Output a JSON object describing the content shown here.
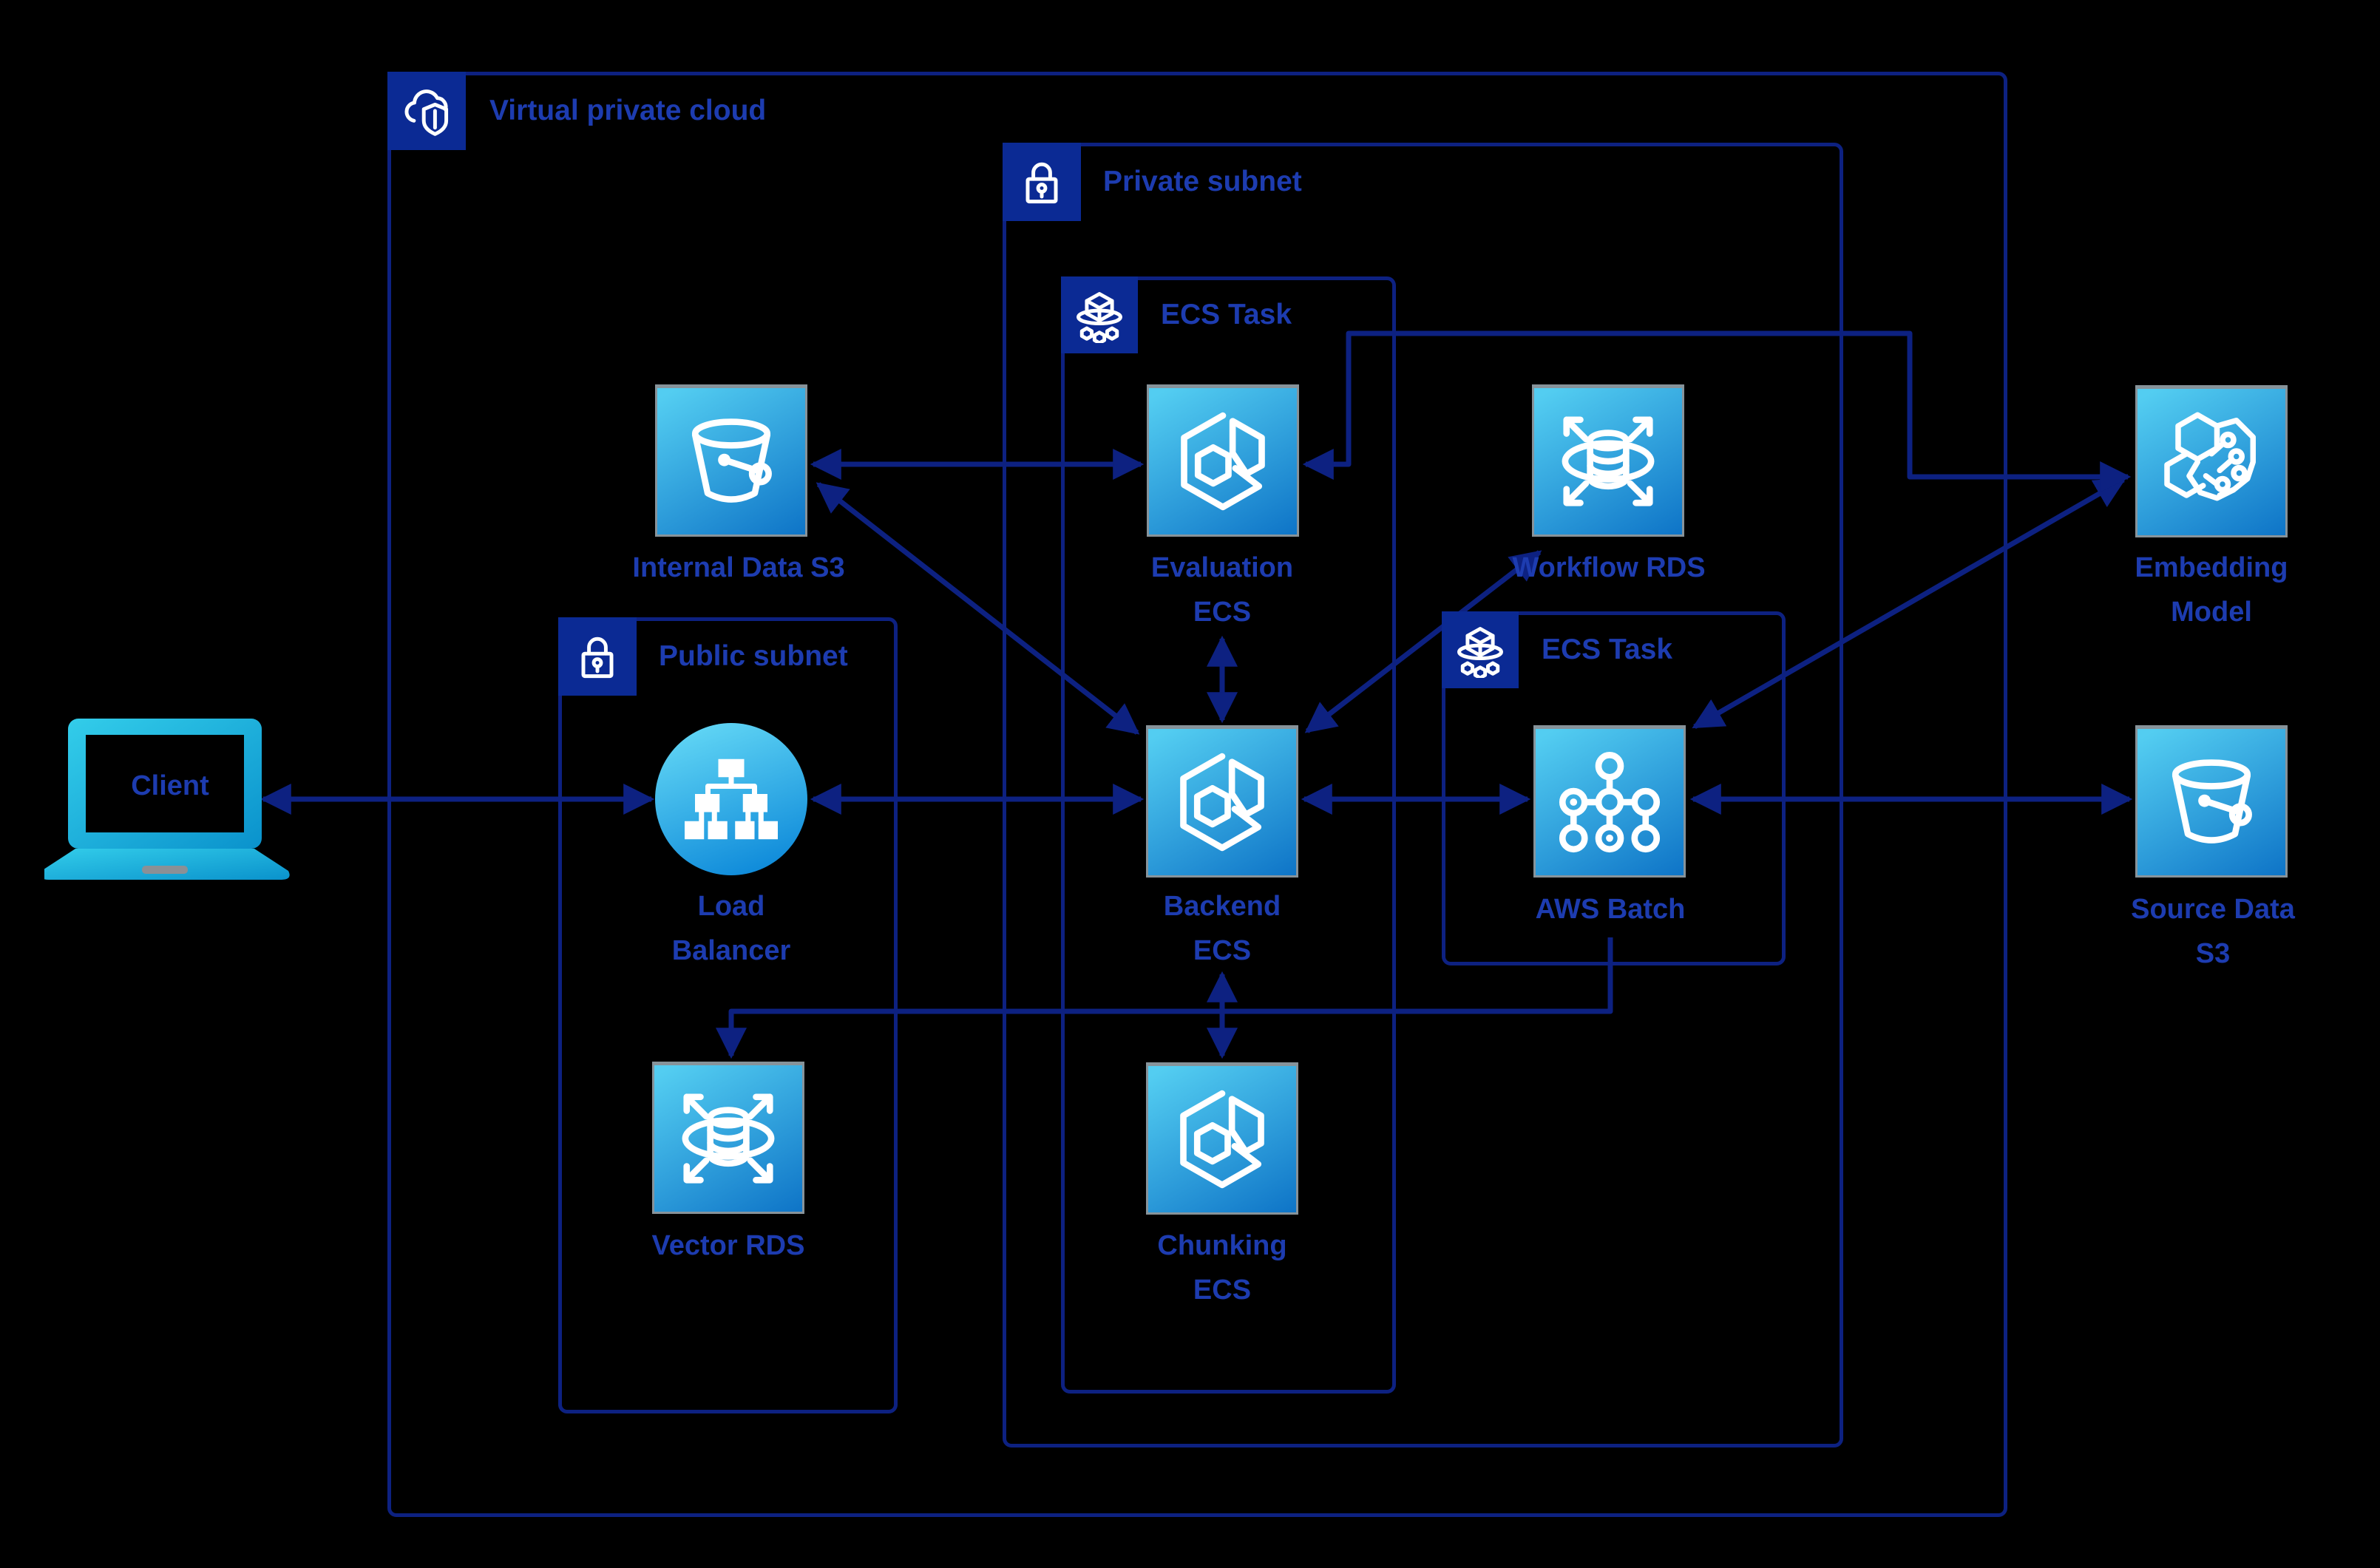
{
  "theme": {
    "bg": "#000000",
    "line": "#0d2181",
    "text": "#1d3cb0",
    "panel": "#0b2a94",
    "ga": "#53cdf1",
    "gb": "#0e74c7",
    "lba": "#5fd4f4",
    "lbb": "#0a86d8",
    "lpa": "#33cdea",
    "lpb": "#0a92cc",
    "iconborder": "#87939a"
  },
  "containers": {
    "vpc": {
      "label": "Virtual private cloud",
      "icon": "cloud-shield-icon"
    },
    "private_subnet": {
      "label": "Private subnet",
      "icon": "lock-icon"
    },
    "ecs_task_top": {
      "label": "ECS Task",
      "icon": "task-cube-icon"
    },
    "ecs_task_right": {
      "label": "ECS Task",
      "icon": "task-cube-icon"
    },
    "public_subnet": {
      "label": "Public subnet",
      "icon": "lock-icon"
    }
  },
  "nodes": {
    "client": {
      "label": "Client",
      "icon": "laptop-icon"
    },
    "internal_s3": {
      "lines": [
        "Internal Data S3"
      ],
      "icon": "s3-bucket-icon"
    },
    "evaluation_ecs": {
      "lines": [
        "Evaluation",
        "ECS"
      ],
      "icon": "ecs-hexagon-icon"
    },
    "workflow_rds": {
      "lines": [
        "Workflow RDS"
      ],
      "icon": "rds-database-icon"
    },
    "embedding_model": {
      "lines": [
        "Embedding",
        "Model"
      ],
      "icon": "brain-network-icon"
    },
    "load_balancer": {
      "lines": [
        "Load",
        "Balancer"
      ],
      "icon": "load-balancer-icon"
    },
    "backend_ecs": {
      "lines": [
        "Backend",
        "ECS"
      ],
      "icon": "ecs-hexagon-icon"
    },
    "aws_batch": {
      "lines": [
        "AWS Batch"
      ],
      "icon": "batch-molecule-icon"
    },
    "source_s3": {
      "lines": [
        "Source Data",
        "S3"
      ],
      "icon": "s3-bucket-icon"
    },
    "vector_rds": {
      "lines": [
        "Vector RDS"
      ],
      "icon": "rds-database-icon"
    },
    "chunking_ecs": {
      "lines": [
        "Chunking",
        "ECS"
      ],
      "icon": "ecs-hexagon-icon"
    }
  }
}
